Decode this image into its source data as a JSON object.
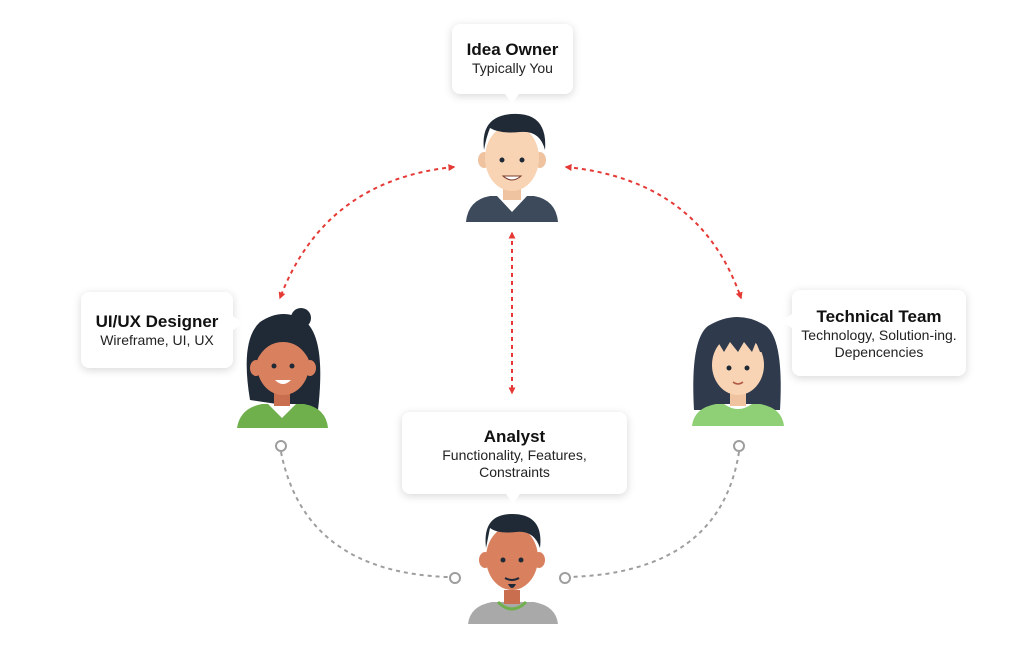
{
  "nodes": {
    "idea_owner": {
      "title": "Idea Owner",
      "subtitle": "Typically You"
    },
    "designer": {
      "title": "UI/UX Designer",
      "subtitle": "Wireframe, UI, UX"
    },
    "technical": {
      "title": "Technical Team",
      "subtitle_line1": "Technology, Solution-ing.",
      "subtitle_line2": "Depencencies"
    },
    "analyst": {
      "title": "Analyst",
      "subtitle_line1": "Functionality, Features,",
      "subtitle_line2": "Constraints"
    }
  },
  "colors": {
    "arrow": "#e53935",
    "dashed_loop": "#9e9e9e",
    "skin_light": "#f9d4b4",
    "skin_tan": "#d9805f",
    "hair": "#1f2a36",
    "suit": "#3c4a5c",
    "green_shirt": "#6fb04d",
    "grey_shirt": "#a9a9a9"
  }
}
